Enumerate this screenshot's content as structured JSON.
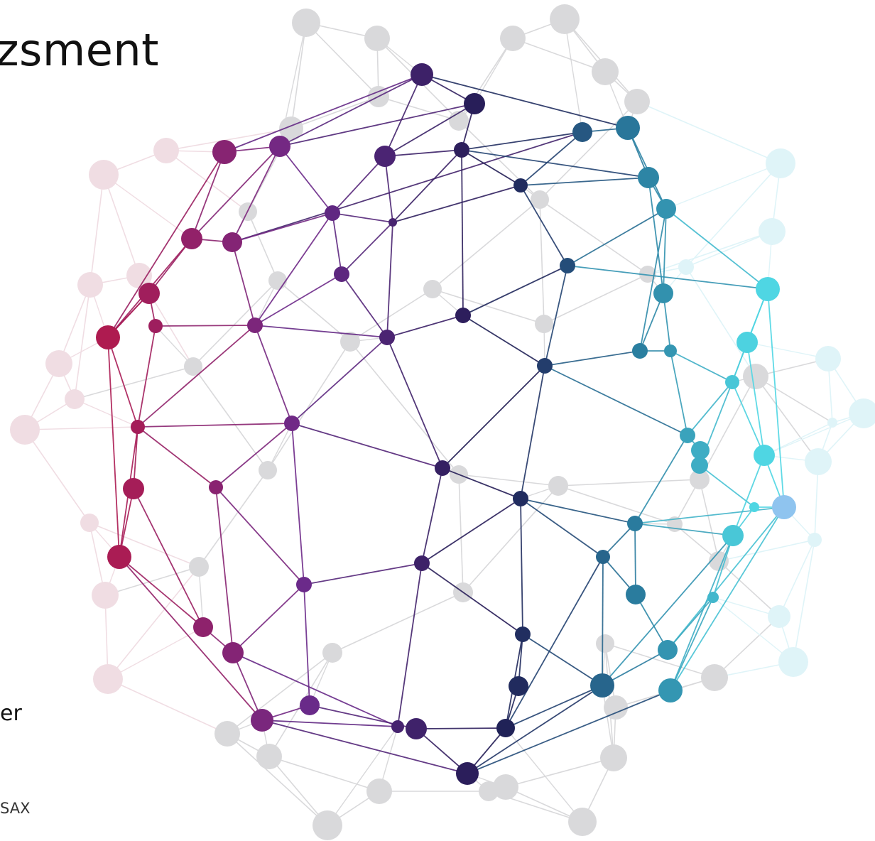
{
  "page": {
    "title_fragment": "zsment",
    "subtitle_fragment": "er",
    "caption_fragment": "SAX"
  },
  "graphic": {
    "name": "network-sphere",
    "palette": {
      "magenta": "#b11a4e",
      "purple": "#6b2a8a",
      "navy": "#1f1c52",
      "teal": "#2a7ea0",
      "cyan": "#4fd6e3",
      "light_blue": "#8fc4ef",
      "faded_gray": "#d9d9db",
      "faded_pink": "#f0dde3",
      "faded_cyan": "#dff4f8"
    }
  }
}
